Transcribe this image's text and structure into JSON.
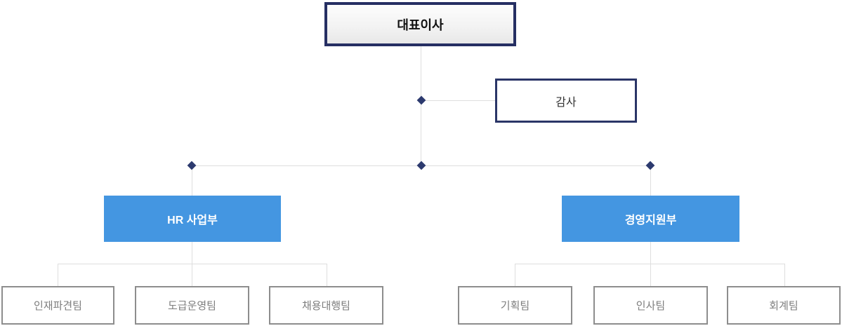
{
  "diagram": {
    "type": "org-chart",
    "nodes": {
      "ceo": {
        "label": "대표이사"
      },
      "auditor": {
        "label": "감사"
      },
      "hr_division": {
        "label": "HR 사업부"
      },
      "mgmt_division": {
        "label": "경영지원부"
      },
      "hr_teams": [
        {
          "label": "인재파견팀"
        },
        {
          "label": "도급운영팀"
        },
        {
          "label": "채용대행팀"
        }
      ],
      "mgmt_teams": [
        {
          "label": "기획팀"
        },
        {
          "label": "인사팀"
        },
        {
          "label": "회계팀"
        }
      ]
    },
    "edges": [
      {
        "from": "ceo",
        "to": "auditor"
      },
      {
        "from": "ceo",
        "to": "hr_division"
      },
      {
        "from": "ceo",
        "to": "mgmt_division"
      },
      {
        "from": "hr_division",
        "to": "인재파견팀"
      },
      {
        "from": "hr_division",
        "to": "도급운영팀"
      },
      {
        "from": "hr_division",
        "to": "채용대행팀"
      },
      {
        "from": "mgmt_division",
        "to": "기획팀"
      },
      {
        "from": "mgmt_division",
        "to": "인사팀"
      },
      {
        "from": "mgmt_division",
        "to": "회계팀"
      }
    ],
    "colors": {
      "navy_border": "#262f63",
      "diamond": "#2c3a6e",
      "division_blue": "#4496e1",
      "team_border_gray": "#8d8d8d",
      "team_text_gray": "#7e7e7e",
      "connector_line": "#dedede",
      "ceo_gradient_top": "#fdfdfd",
      "ceo_gradient_bottom": "#e8e8e8"
    }
  }
}
